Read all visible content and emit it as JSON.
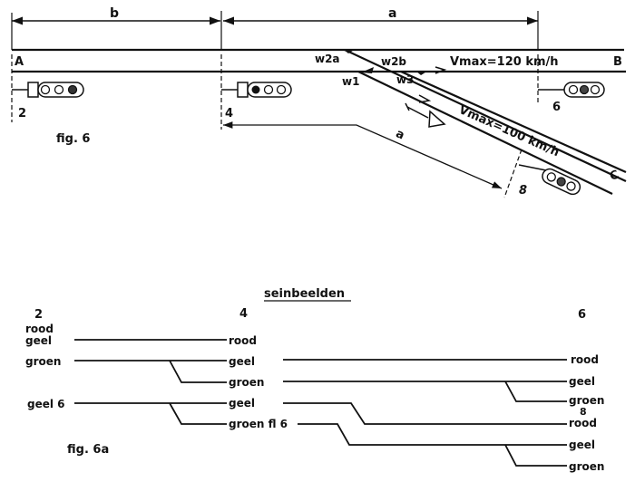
{
  "fig6": {
    "caption": "fig. 6",
    "dimension_b": "b",
    "dimension_a_top": "a",
    "dimension_a_diag": "a",
    "track_start": "A",
    "track_end_main": "B",
    "track_end_branch": "C",
    "switches": [
      "w2a",
      "w2b",
      "w1",
      "w3"
    ],
    "speed_main": "Vmax=120 km/h",
    "speed_branch": "Vmax=100 km/h",
    "signals": [
      {
        "id": "2",
        "label": "2"
      },
      {
        "id": "4",
        "label": "4"
      },
      {
        "id": "6",
        "label": "6"
      },
      {
        "id": "8",
        "label": "8"
      }
    ]
  },
  "fig6a": {
    "title": "seinbeelden",
    "caption": "fig. 6a",
    "col2_header": "2",
    "col4_header": "4",
    "col6_header": "6",
    "col8_header": "8",
    "col2": [
      "rood",
      "geel",
      "groen",
      "geel 6"
    ],
    "col4": [
      "rood",
      "geel",
      "groen",
      "geel",
      "groen fl 6"
    ],
    "col68": [
      "rood",
      "geel",
      "groen",
      "rood",
      "geel",
      "groen"
    ]
  }
}
